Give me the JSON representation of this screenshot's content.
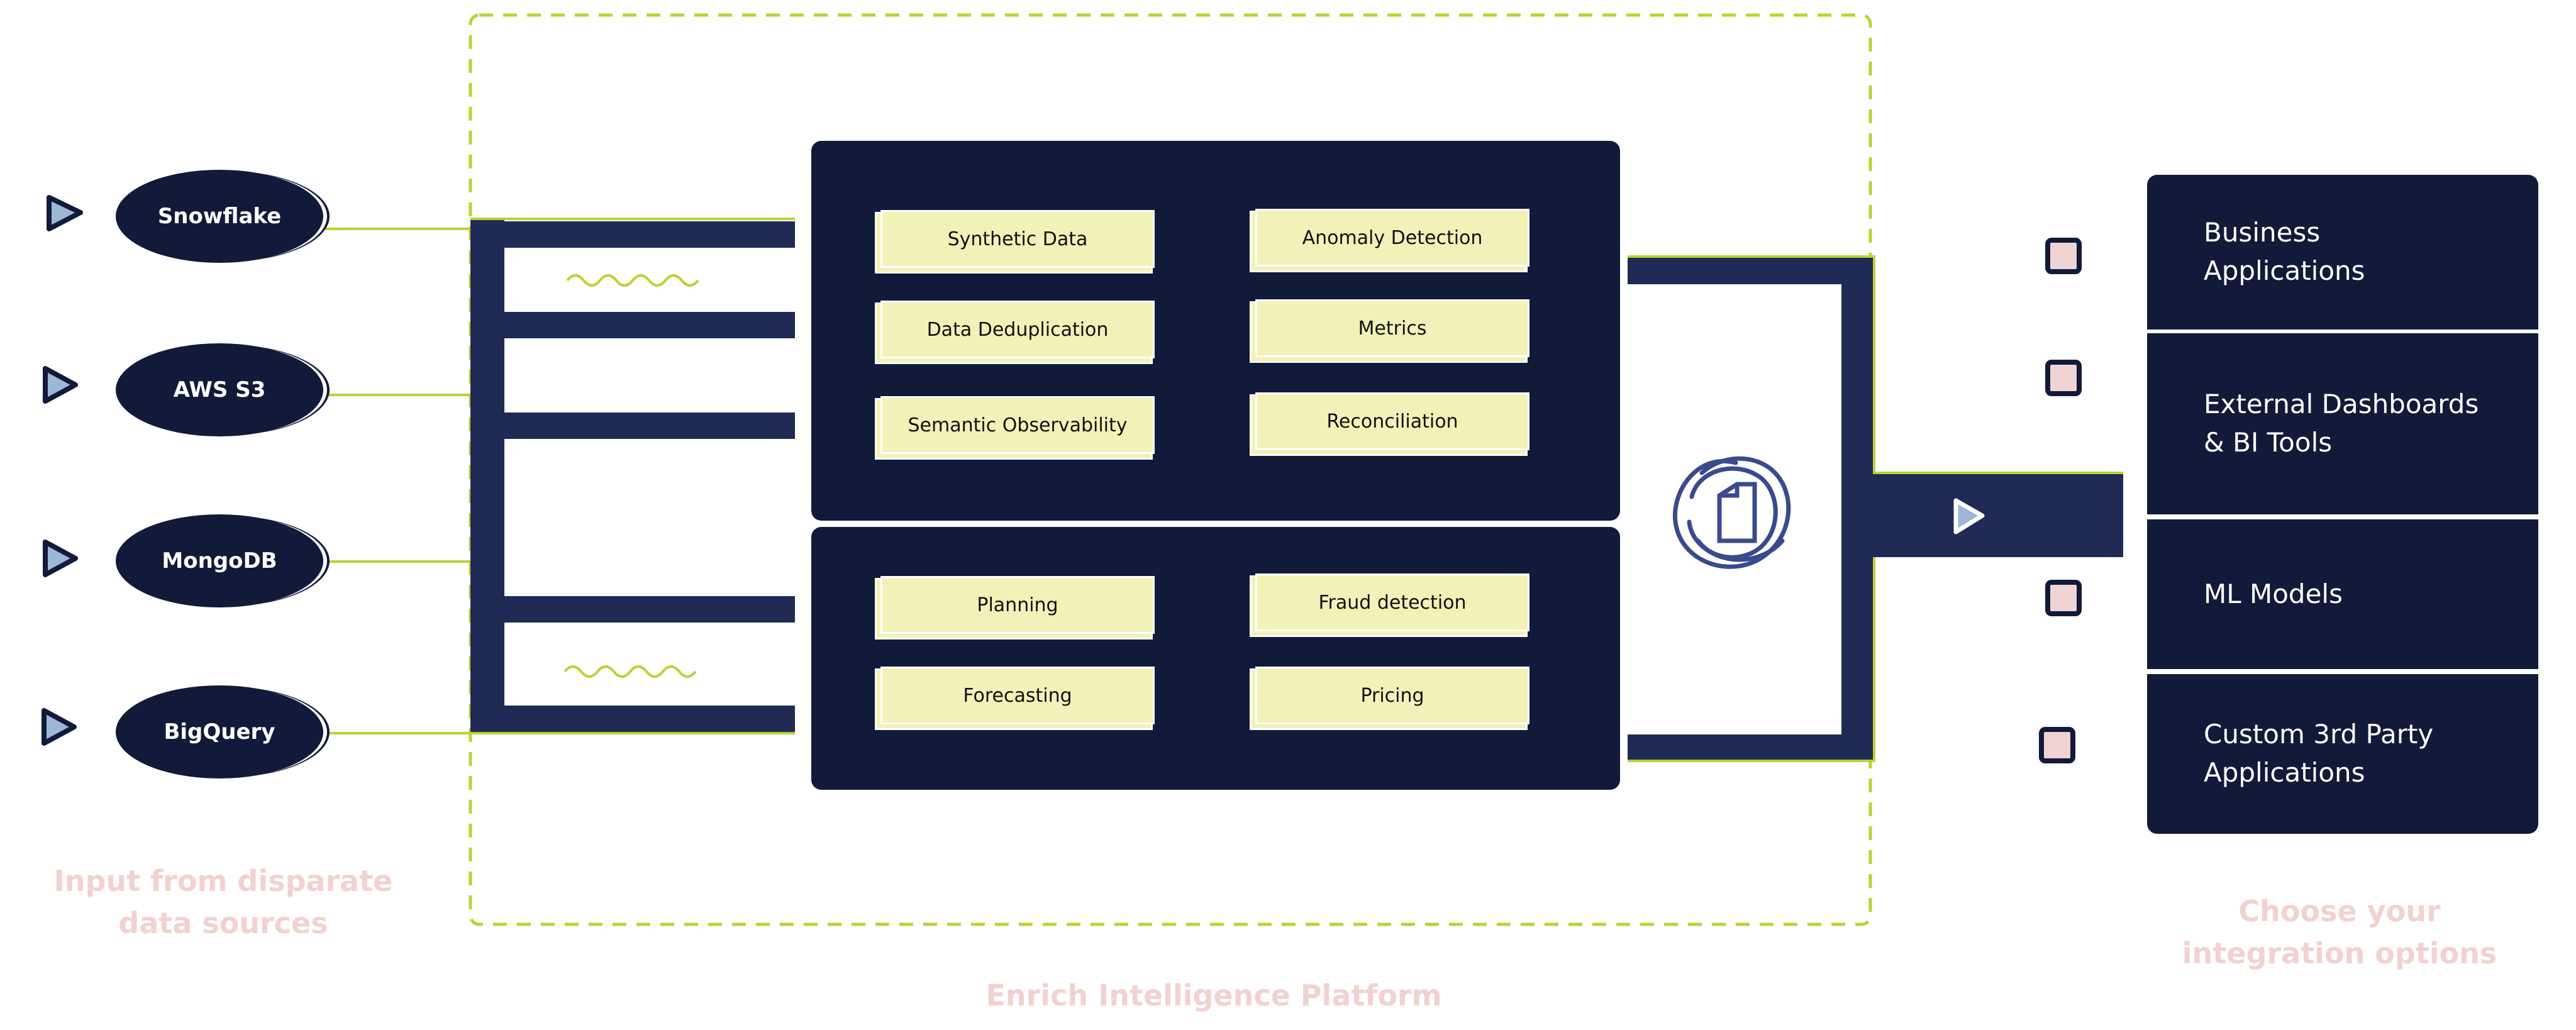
{
  "sources": [
    {
      "label": "Snowflake"
    },
    {
      "label": "AWS S3"
    },
    {
      "label": "MongoDB"
    },
    {
      "label": "BigQuery"
    }
  ],
  "capabilities_top": [
    {
      "label": "Synthetic Data"
    },
    {
      "label": "Anomaly Detection"
    },
    {
      "label": "Data Deduplication"
    },
    {
      "label": "Metrics"
    },
    {
      "label": "Semantic Observability"
    },
    {
      "label": "Reconciliation"
    }
  ],
  "capabilities_bottom": [
    {
      "label": "Planning"
    },
    {
      "label": "Fraud detection"
    },
    {
      "label": "Forecasting"
    },
    {
      "label": "Pricing"
    }
  ],
  "outputs": [
    {
      "label": "Business\nApplications"
    },
    {
      "label": "External Dashboards\n& BI Tools"
    },
    {
      "label": "ML Models"
    },
    {
      "label": "Custom 3rd Party\nApplications"
    }
  ],
  "captions": {
    "input": "Input from disparate\ndata sources",
    "platform": "Enrich Intelligence Platform",
    "integration": "Choose your\nintegration options"
  },
  "colors": {
    "navy": "#111a38",
    "pipe": "#1f2a55",
    "card": "#f2f2b8",
    "lime": "#b8d433",
    "caption": "#f2d2d0",
    "arrow_fill": "#9db8d6",
    "square_fill": "#f0d4d4"
  },
  "icons": {
    "arrow": "play-arrow-icon",
    "square": "output-square-icon",
    "platform": "document-scribble-icon"
  }
}
